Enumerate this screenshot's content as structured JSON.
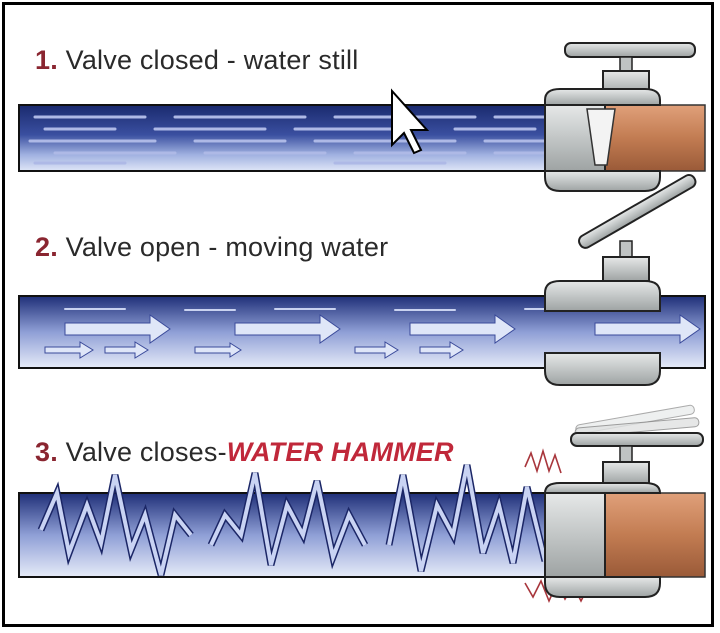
{
  "steps": [
    {
      "number": "1.",
      "text": "Valve closed - water still"
    },
    {
      "number": "2.",
      "text": "Valve open - moving water"
    },
    {
      "number": "3.",
      "text": "Valve closes-",
      "emphasis": "WATER HAMMER"
    }
  ],
  "colors": {
    "pipe_dark": "#1c2f7a",
    "pipe_light": "#dfe6f7",
    "valve_gray": "#c9cccc",
    "copper": "#c27c52",
    "label_number": "#8a2530",
    "hammer_red": "#c0283a"
  }
}
